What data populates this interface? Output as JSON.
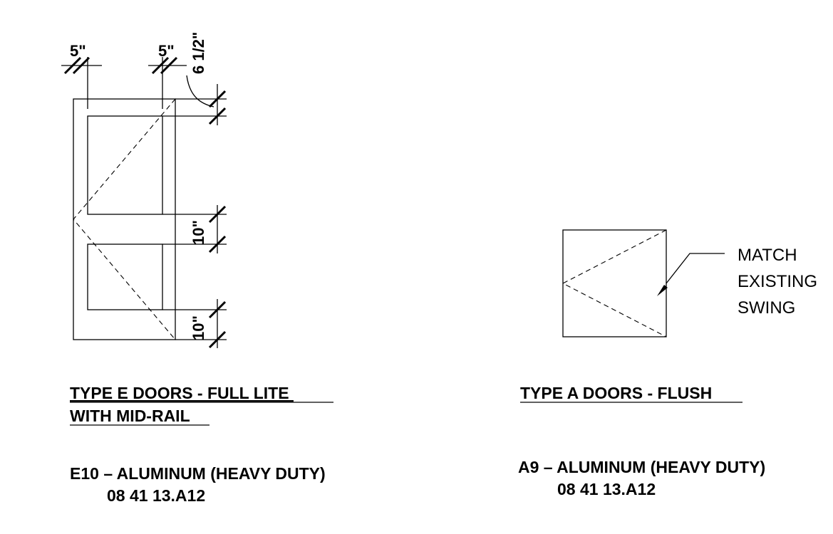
{
  "type_e": {
    "dims": {
      "stile_left": "5\"",
      "stile_right": "5\"",
      "top_rail": "6 1/2\"",
      "mid_rail": "10\"",
      "bottom_rail": "10\""
    },
    "title_line1": "TYPE E DOORS - FULL LITE ",
    "title_line2": "WITH MID-RAIL",
    "spec_line1": "E10 – ALUMINUM (HEAVY DUTY)",
    "spec_line2": "08 41 13.A12"
  },
  "type_a": {
    "note_line1": "MATCH",
    "note_line2": "EXISTING",
    "note_line3": "SWING",
    "title": "TYPE A DOORS - FLUSH",
    "spec_line1": "A9 – ALUMINUM (HEAVY DUTY)",
    "spec_line2": "08 41 13.A12"
  }
}
